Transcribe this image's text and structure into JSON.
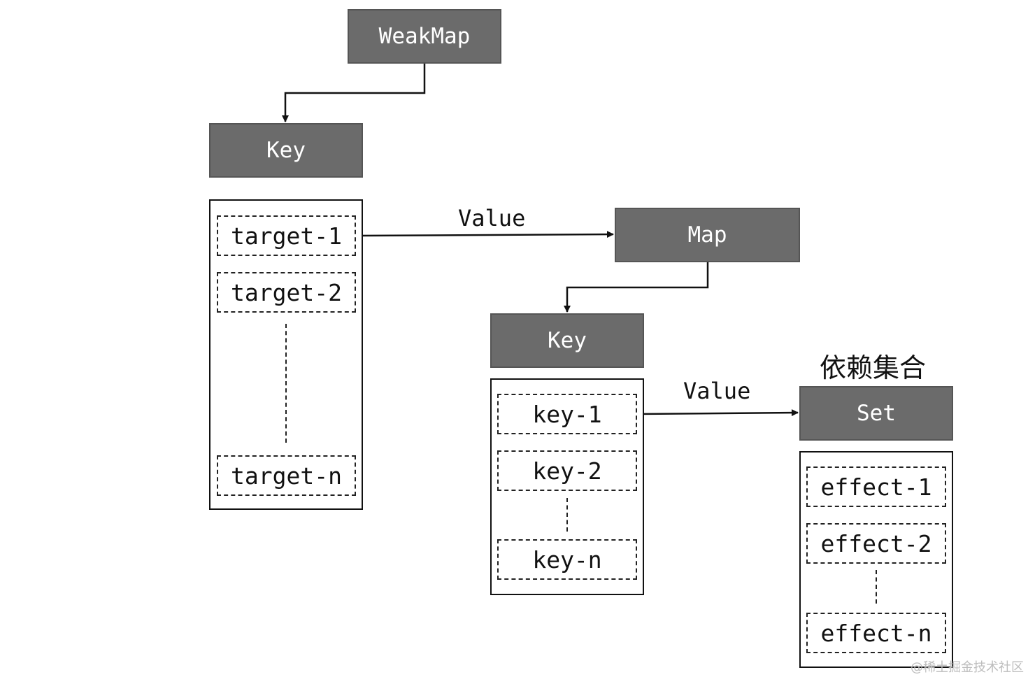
{
  "weakmap": {
    "label": "WeakMap"
  },
  "level1": {
    "key_label": "Key",
    "items": [
      "target-1",
      "target-2",
      "target-n"
    ],
    "value_label": "Value"
  },
  "map": {
    "label": "Map"
  },
  "level2": {
    "key_label": "Key",
    "items": [
      "key-1",
      "key-2",
      "key-n"
    ],
    "value_label": "Value"
  },
  "set": {
    "title": "依赖集合",
    "label": "Set",
    "items": [
      "effect-1",
      "effect-2",
      "effect-n"
    ]
  },
  "watermark": "@稀土掘金技术社区",
  "colors": {
    "header_fill": "#6b6b6b",
    "line": "#111111"
  }
}
